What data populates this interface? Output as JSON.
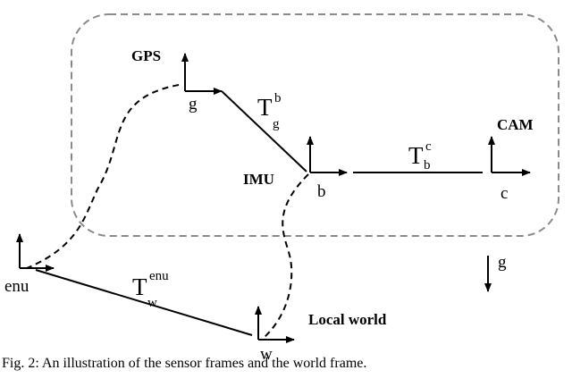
{
  "frames": {
    "gps": {
      "title": "GPS",
      "axis": "g"
    },
    "imu": {
      "title": "IMU",
      "axis": "b"
    },
    "cam": {
      "title": "CAM",
      "axis": "c"
    },
    "enu": {
      "axis": "enu"
    },
    "world": {
      "title": "Local world",
      "axis": "w"
    }
  },
  "transforms": {
    "g_to_b": {
      "symbol": "T",
      "sub": "g",
      "sup": "b"
    },
    "b_to_c": {
      "symbol": "T",
      "sub": "b",
      "sup": "c"
    },
    "w_to_enu": {
      "symbol": "T",
      "sub": "w",
      "sup": "enu"
    }
  },
  "gravity_label": "g",
  "caption": "Fig. 2: An illustration of the sensor frames and the world frame."
}
